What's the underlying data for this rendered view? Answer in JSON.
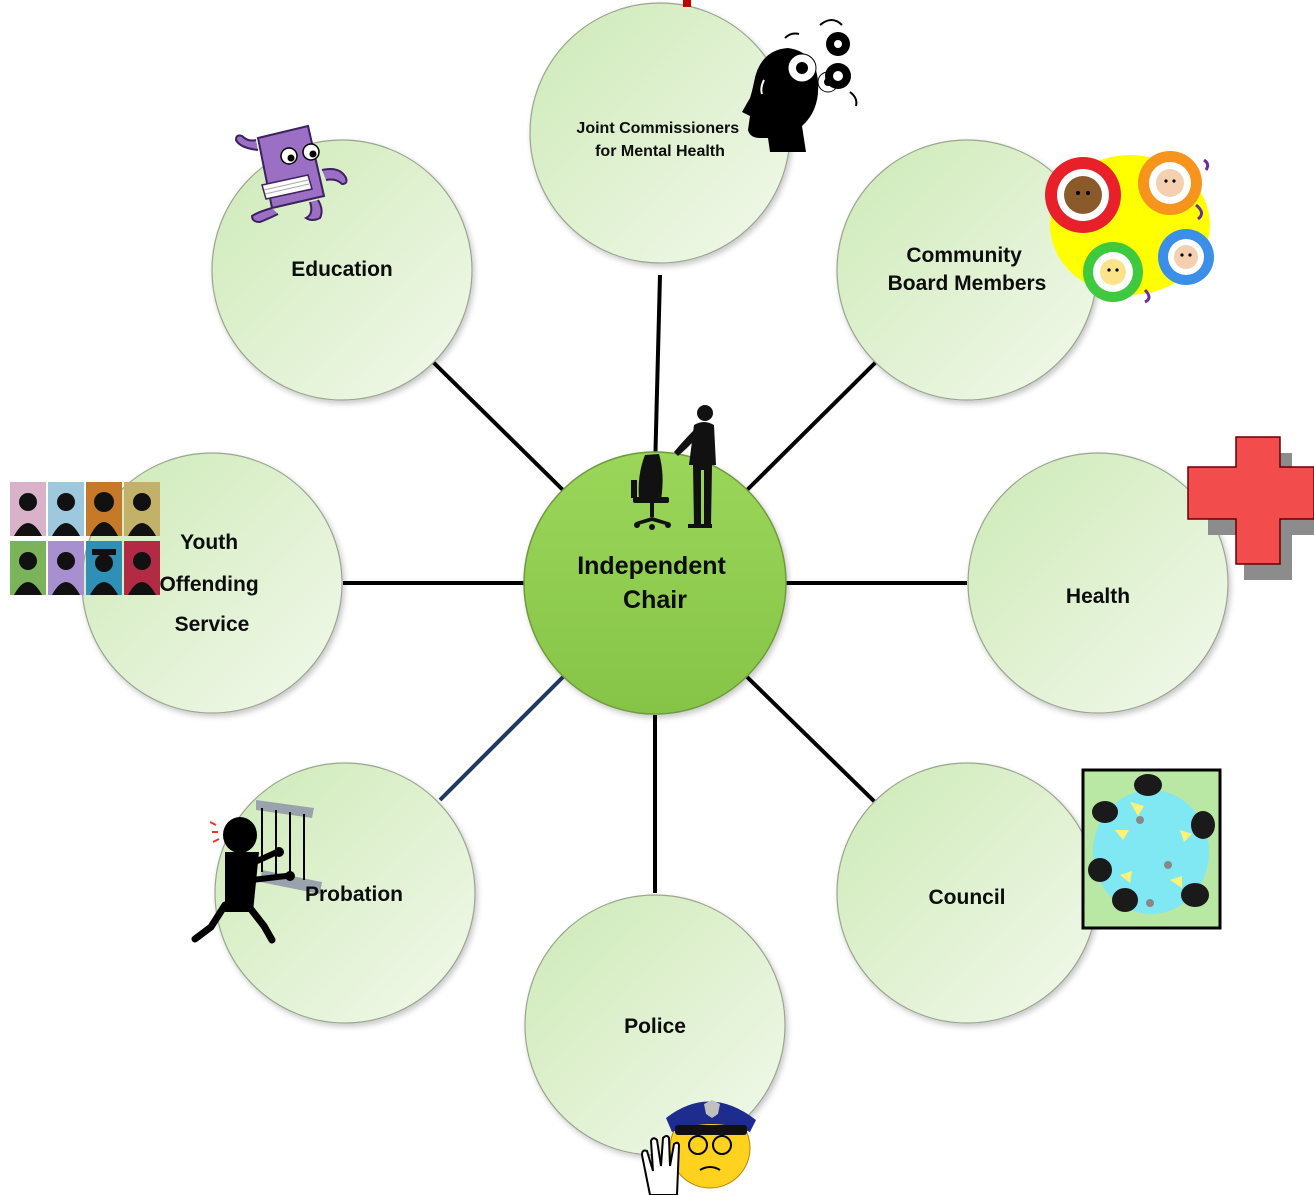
{
  "diagram": {
    "hub": {
      "label_lines": [
        "Independent",
        "Chair"
      ],
      "fill": "#92d050",
      "icon": "executive-with-chair-icon"
    },
    "nodes": [
      {
        "id": "joint-commissioners",
        "label_lines": [
          "Joint Commissioners",
          "for Mental Health"
        ],
        "icon": "head-with-gears-icon"
      },
      {
        "id": "community-board-members",
        "label_lines": [
          "Community",
          "Board Members"
        ],
        "icon": "people-in-gears-icon"
      },
      {
        "id": "health",
        "label_lines": [
          "Health"
        ],
        "icon": "red-cross-icon"
      },
      {
        "id": "council",
        "label_lines": [
          "Council"
        ],
        "icon": "round-table-meeting-icon"
      },
      {
        "id": "police",
        "label_lines": [
          "Police"
        ],
        "icon": "police-officer-icon"
      },
      {
        "id": "probation",
        "label_lines": [
          "Probation"
        ],
        "icon": "prisoner-behind-bars-icon"
      },
      {
        "id": "youth-offending-service",
        "label_lines": [
          "Youth",
          "Offending",
          "Service"
        ],
        "icon": "silhouette-portraits-icon"
      },
      {
        "id": "education",
        "label_lines": [
          "Education"
        ],
        "icon": "book-character-icon"
      }
    ],
    "colors": {
      "node_fill_light": "#eef7e6",
      "node_fill_dark": "#cdeab6",
      "connector": "#000000",
      "probation_connector": "#1f3864",
      "cross_red": "#f24c4c"
    }
  }
}
